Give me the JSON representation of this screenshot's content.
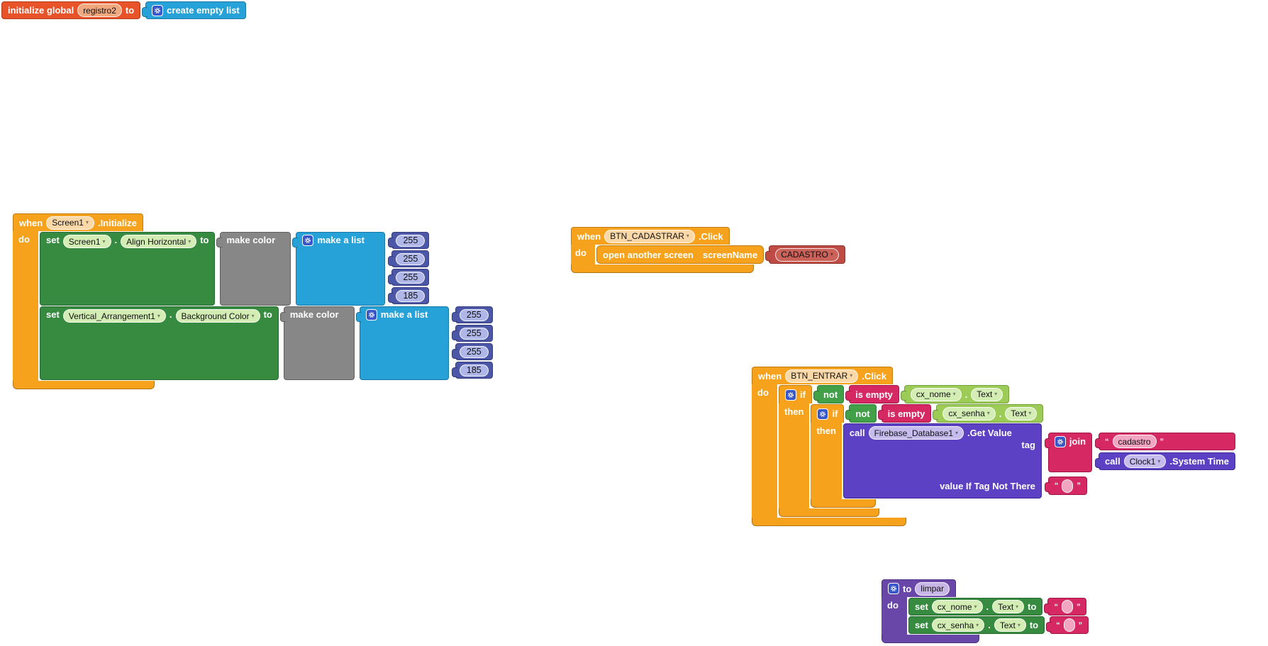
{
  "glyphs": {
    "dropdown": "▾",
    "quote_open": "“",
    "quote_close": "”",
    "dot": "."
  },
  "kw": {
    "when": "when",
    "do": "do",
    "then": "then",
    "if": "if",
    "set": "set",
    "to": "to",
    "call": "call",
    "not": "not"
  },
  "colors": {
    "event_orange": "#F7A21C",
    "variables_orange": "#E8532A",
    "lists_blue": "#27A2D8",
    "math_indigo": "#4C57A8",
    "color_gray": "#878787",
    "setter_green": "#378B40",
    "logic_green": "#41A048",
    "getter_green": "#9CCB57",
    "text_magenta": "#D62964",
    "method_purple": "#5C41C4",
    "procedure_purple": "#6847A8",
    "screen_red": "#BE4B44",
    "canvas_white": "#FFFFFF"
  },
  "init_global": {
    "label": "initialize global",
    "name": "registro2",
    "to": "to",
    "create_list": "create empty list"
  },
  "screen1": {
    "component": "Screen1",
    "event": ".Initialize",
    "rows": [
      {
        "component": "Screen1",
        "property": "Align Horizontal",
        "make_color": "make color",
        "make_list": "make a list",
        "values": [
          "255",
          "255",
          "255",
          "185"
        ]
      },
      {
        "component": "Vertical_Arrangement1",
        "property": "Background Color",
        "make_color": "make color",
        "make_list": "make a list",
        "values": [
          "255",
          "255",
          "255",
          "185"
        ]
      }
    ]
  },
  "cadastrar": {
    "component": "BTN_CADASTRAR",
    "event": ".Click",
    "open_label": "open another screen",
    "screen_name_label": "screenName",
    "screen": "CADASTRO"
  },
  "entrar": {
    "component": "BTN_ENTRAR",
    "event": ".Click",
    "conds": [
      {
        "is_empty": "is empty",
        "component": "cx_nome",
        "property": "Text"
      },
      {
        "is_empty": "is empty",
        "component": "cx_senha",
        "property": "Text"
      }
    ],
    "firebase": {
      "component": "Firebase_Database1",
      "method": ".Get Value",
      "tag_label": "tag",
      "vitnt_label": "value If Tag Not There",
      "join_label": "join",
      "tag_value": "cadastro",
      "empty_value": "",
      "clock": {
        "component": "Clock1",
        "method": ".System Time"
      }
    }
  },
  "limpar": {
    "to_label": "to",
    "name": "limpar",
    "rows": [
      {
        "component": "cx_nome",
        "property": "Text",
        "empty_value": ""
      },
      {
        "component": "cx_senha",
        "property": "Text",
        "empty_value": ""
      }
    ]
  }
}
